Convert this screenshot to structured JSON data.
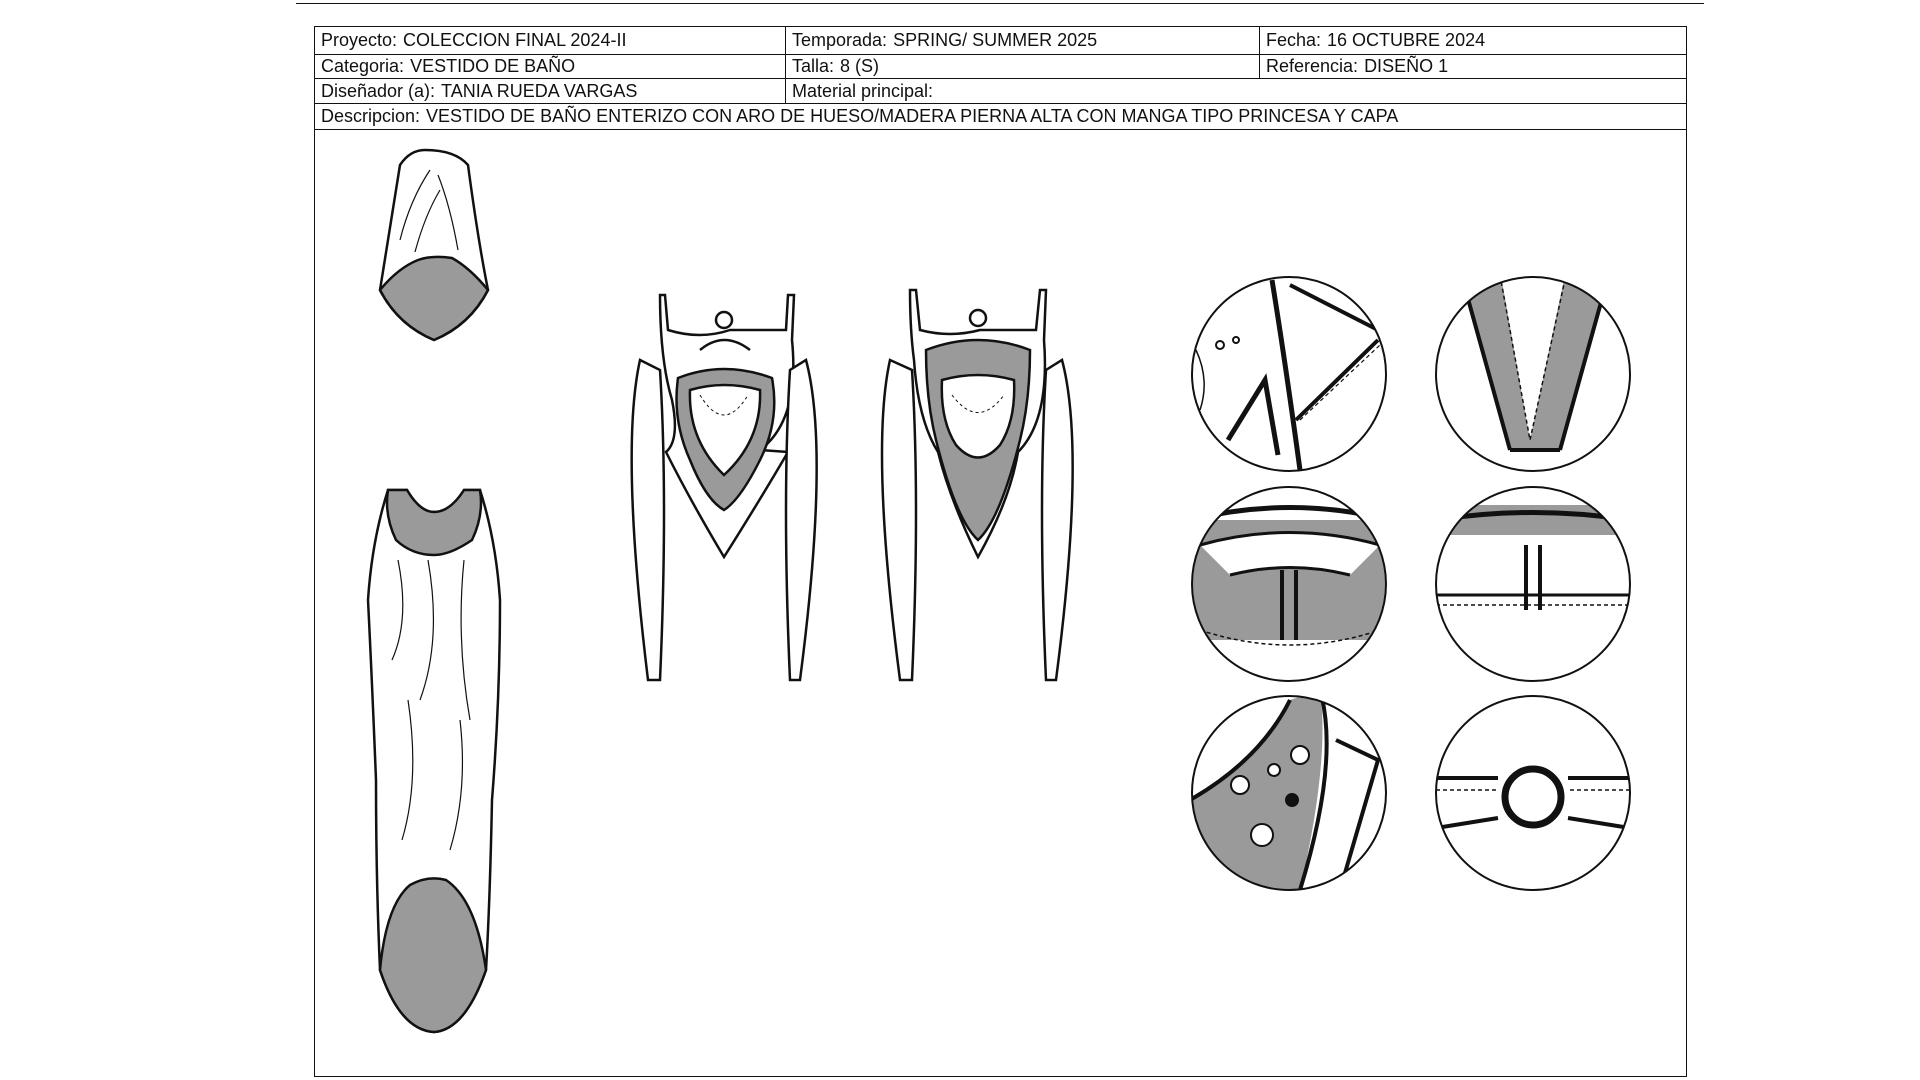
{
  "spec": {
    "proyecto": {
      "label": "Proyecto:",
      "value": "COLECCION FINAL 2024-II"
    },
    "temporada": {
      "label": "Temporada:",
      "value": "SPRING/ SUMMER 2025"
    },
    "fecha": {
      "label": "Fecha:",
      "value": "16  OCTUBRE 2024"
    },
    "categoria": {
      "label": "Categoria:",
      "value": "VESTIDO DE BAÑO"
    },
    "talla": {
      "label": "Talla:",
      "value": "8 (S)"
    },
    "referencia": {
      "label": "Referencia:",
      "value": "DISEÑO 1"
    },
    "disenador": {
      "label": "Diseñador (a):",
      "value": "TANIA RUEDA VARGAS"
    },
    "material": {
      "label": "Material principal:",
      "value": ""
    },
    "descripcion": {
      "label": "Descripcion:",
      "value": "VESTIDO DE BAÑO ENTERIZO CON ARO DE HUESO/MADERA PIERNA ALTA CON MANGA TIPO PRINCESA Y CAPA"
    }
  },
  "colors": {
    "ink": "#111111",
    "fill_gray": "#9a9a9a",
    "paper": "#ffffff"
  }
}
